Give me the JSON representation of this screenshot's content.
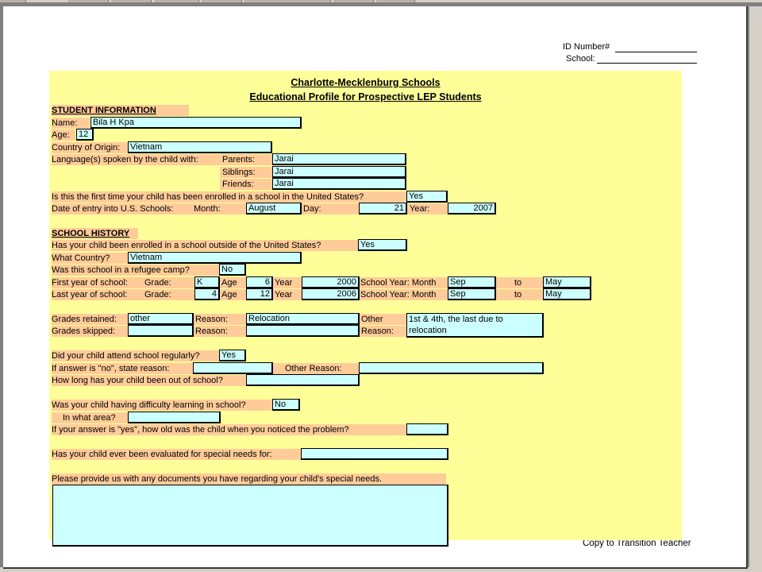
{
  "header": {
    "id_number_label": "ID Number#",
    "school_label": "School:"
  },
  "form": {
    "title1": "Charlotte-Mecklenburg Schools",
    "title2": "Educational Profile for Prospective LEP Students",
    "student": {
      "section": "STUDENT INFORMATION",
      "name_label": "Name:",
      "name": "Bila H Kpa",
      "age_label": "Age:",
      "age": "12",
      "country_label": "Country of Origin:",
      "country": "Vietnam",
      "lang_label": "Language(s) spoken by the child with:",
      "parents_label": "Parents:",
      "parents": "Jarai",
      "siblings_label": "Siblings:",
      "siblings": "Jarai",
      "friends_label": "Friends:",
      "friends": "Jarai",
      "first_time_q": "Is this the first time your child has been enrolled in a school in the United States?",
      "first_time": "Yes",
      "entry_label": "Date of entry into U.S. Schools:",
      "month_label": "Month:",
      "month": "August",
      "day_label": "Day:",
      "day": "21",
      "year_label": "Year:",
      "year": "2007"
    },
    "history": {
      "section": "SCHOOL HISTORY",
      "outside_q": "Has your child been enrolled in a school outside of the United States?",
      "outside": "Yes",
      "what_country_label": "What Country?",
      "what_country": "Vietnam",
      "refugee_q": "Was this school in a refugee camp?",
      "refugee": "No",
      "first_year_label": "First year of school:",
      "last_year_label": "Last year of school:",
      "grade_label": "Grade:",
      "age_label": "Age",
      "year_label": "Year",
      "school_year_month_label": "School Year: Month",
      "to_label": "to",
      "first_grade": "K",
      "first_age": "6",
      "first_year": "2000",
      "first_from": "Sep",
      "first_to": "May",
      "last_grade": "4",
      "last_age": "12",
      "last_year": "2006",
      "last_from": "Sep",
      "last_to": "May",
      "retained_label": "Grades retained:",
      "retained": "other",
      "skipped_label": "Grades skipped:",
      "skipped": "",
      "reason_label": "Reason:",
      "retained_reason": "Relocation",
      "skipped_reason": "",
      "other_label": "Other",
      "other_reason_label": "Reason:",
      "other_text": "1st & 4th, the last due to relocation",
      "regular_q": "Did your child attend school regularly?",
      "regular": "Yes",
      "if_no_label": "If answer is  \"no\", state reason:",
      "if_no": "",
      "other_reason2_label": "Other Reason:",
      "other_reason2": "",
      "out_of_school_q": "How long has your child been out of school?",
      "out_of_school": "",
      "difficulty_q": "Was your child having difficulty learning in school?",
      "difficulty": "No",
      "what_area_label": "In what area?",
      "what_area": "",
      "noticed_q": "If your answer is \"yes\", how old was the child when you noticed the problem?",
      "noticed": "",
      "evaluated_q": "Has your child ever been evaluated for special needs for:",
      "evaluated": "",
      "documents_q": "Please provide us with any documents you have regarding your child's special needs.",
      "documents": ""
    }
  },
  "footer": {
    "copy_label": "Copy to Transition Teacher"
  }
}
